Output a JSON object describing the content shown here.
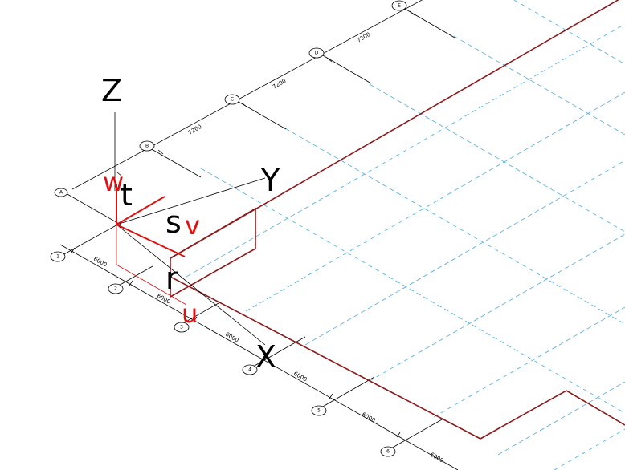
{
  "grid_bubbles_top": [
    "A",
    "B",
    "C",
    "D",
    "E"
  ],
  "grid_bubbles_bottom": [
    "1",
    "2",
    "3",
    "4",
    "5",
    "6"
  ],
  "dimensions_top": [
    "7200",
    "7200",
    "7200"
  ],
  "dimensions_bottom": [
    "6000",
    "6000",
    "6000",
    "6000",
    "6000",
    "6000"
  ],
  "global_axes": {
    "z": "Z",
    "y": "Y",
    "x": "X"
  },
  "local_axes_black": {
    "t": "t",
    "s": "s",
    "r": "r"
  },
  "local_axes_red": {
    "w": "w",
    "v": "v",
    "u": "u"
  },
  "colors": {
    "grid_dashed": "#5ab4e0",
    "frame": "#8b1a1a",
    "local_axis": "#e01010",
    "ink": "#000000"
  }
}
